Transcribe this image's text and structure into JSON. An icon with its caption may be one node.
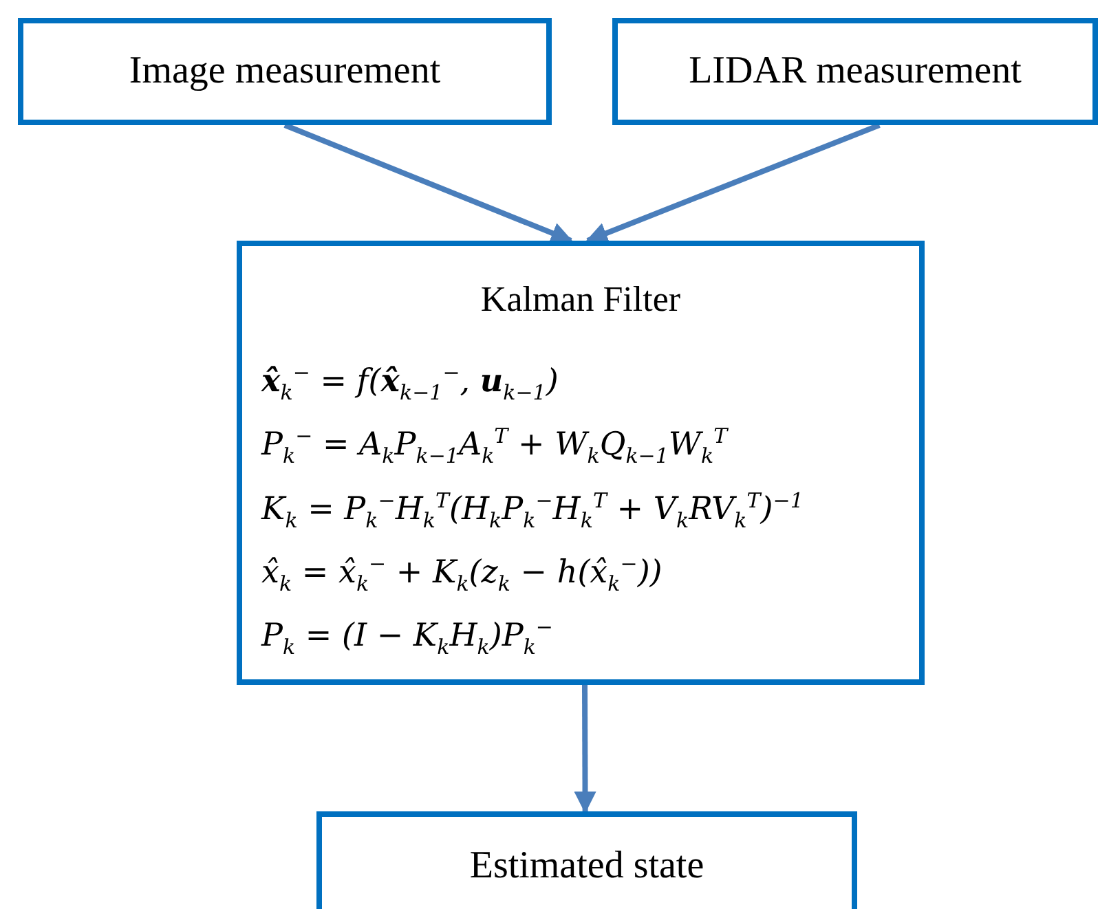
{
  "diagram": {
    "nodes": [
      {
        "text": [
          "Image measurement"
        ]
      },
      {
        "text": [
          "LIDAR measurement"
        ]
      },
      {
        "text": [
          "Kalman Filter",
          "**x̂**$_{k}$$^{−}$ = f(**x̂**$_{k−1}$$^{−}$, **u**$_{k−1}$)",
          "P$_{k}$$^{−}$ = A$_{k}$P$_{k−1}$A$_{k}$$^{T}$ + W$_{k}$Q$_{k−1}$W$_{k}$$^{T}$",
          "K$_{k}$ = P$_{k}$$^{−}$H$_{k}$$^{T}$(H$_{k}$P$_{k}$$^{−}$H$_{k}$$^{T}$ + V$_{k}$RV$_{k}$$^{T}$)$^{−1}$",
          "x̂$_{k}$ = x̂$_{k}$$^{−}$ + K$_{k}$(z$_{k}$ − h(x̂$_{k}$$^{−}$))",
          "P$_{k}$ = (I − K$_{k}$H$_{k}$)P$_{k}$$^{−}$"
        ]
      },
      {
        "text": [
          "Estimated state"
        ]
      }
    ],
    "edges": [
      {
        "from": 0,
        "to": 2,
        "arrow": "to"
      },
      {
        "from": 1,
        "to": 2,
        "arrow": "to"
      },
      {
        "from": 2,
        "to": 3,
        "arrow": "to"
      }
    ]
  }
}
